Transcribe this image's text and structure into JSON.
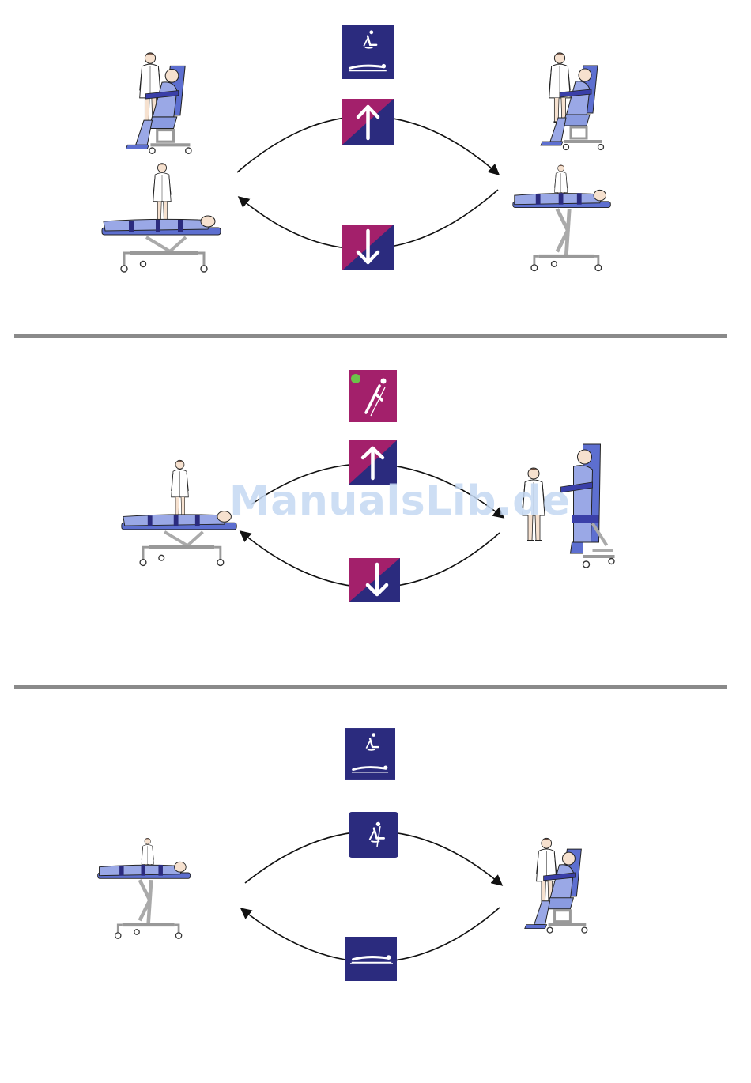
{
  "watermark": {
    "text": "ManualsLib.de"
  },
  "colors": {
    "navy": "#2b2b7e",
    "magenta": "#a3206b",
    "patient_blue": "#7f8fd6",
    "strap": "#3a3fa8",
    "frame": "#b8b8b8",
    "green_led": "#6cc24a",
    "divider": "#8a8a8a"
  },
  "sections": [
    {
      "id": "chair-to-bed-height",
      "left_scene": [
        "nurse",
        "patient-in-chair",
        "patient-lying-low"
      ],
      "right_scene": [
        "nurse",
        "patient-in-chair-raised",
        "patient-lying-raised"
      ],
      "icons": [
        "chair-bed-mode-icon",
        "up-arrow-icon",
        "down-arrow-icon"
      ]
    },
    {
      "id": "tilt-standing",
      "left_scene": [
        "nurse",
        "patient-lying-low"
      ],
      "right_scene": [
        "nurse",
        "patient-standing-tilted"
      ],
      "icons": [
        "tilt-mode-icon",
        "up-arrow-icon",
        "down-arrow-icon"
      ],
      "tilt_led": "on"
    },
    {
      "id": "bed-to-chair",
      "left_scene": [
        "nurse",
        "patient-lying-raised"
      ],
      "right_scene": [
        "nurse",
        "patient-in-chair"
      ],
      "icons": [
        "chair-bed-mode-icon",
        "chair-position-icon",
        "bed-position-icon"
      ]
    }
  ]
}
